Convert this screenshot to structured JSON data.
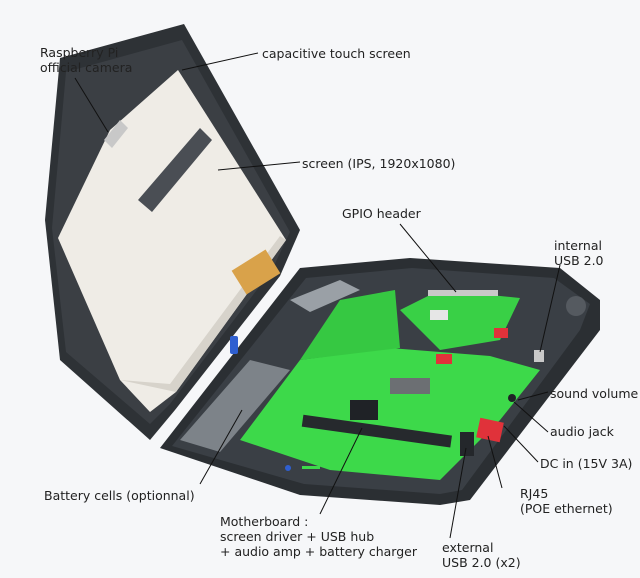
{
  "labels": {
    "camera": [
      "Raspberry Pi",
      "official camera"
    ],
    "touch": [
      "capacitive touch screen"
    ],
    "screen": [
      "screen (IPS, 1920x1080)"
    ],
    "gpio": [
      "GPIO header"
    ],
    "internal_usb": [
      "internal",
      "USB 2.0"
    ],
    "sound_volume": [
      "sound volume"
    ],
    "audio_jack": [
      "audio jack"
    ],
    "dc_in": [
      "DC in (15V 3A)"
    ],
    "rj45": [
      "RJ45",
      "(POE ethernet)"
    ],
    "external_usb": [
      "external",
      "USB 2.0 (x2)"
    ],
    "motherboard": [
      "Motherboard :",
      "screen driver + USB hub",
      "+ audio amp + battery charger"
    ],
    "battery": [
      "Battery cells (optionnal)"
    ]
  },
  "colors": {
    "pcb": "#3dd94a",
    "shell": "#2b2f33",
    "screen": "#efece6",
    "accent_red": "#e0323a",
    "accent_blue": "#2f5fd0"
  }
}
